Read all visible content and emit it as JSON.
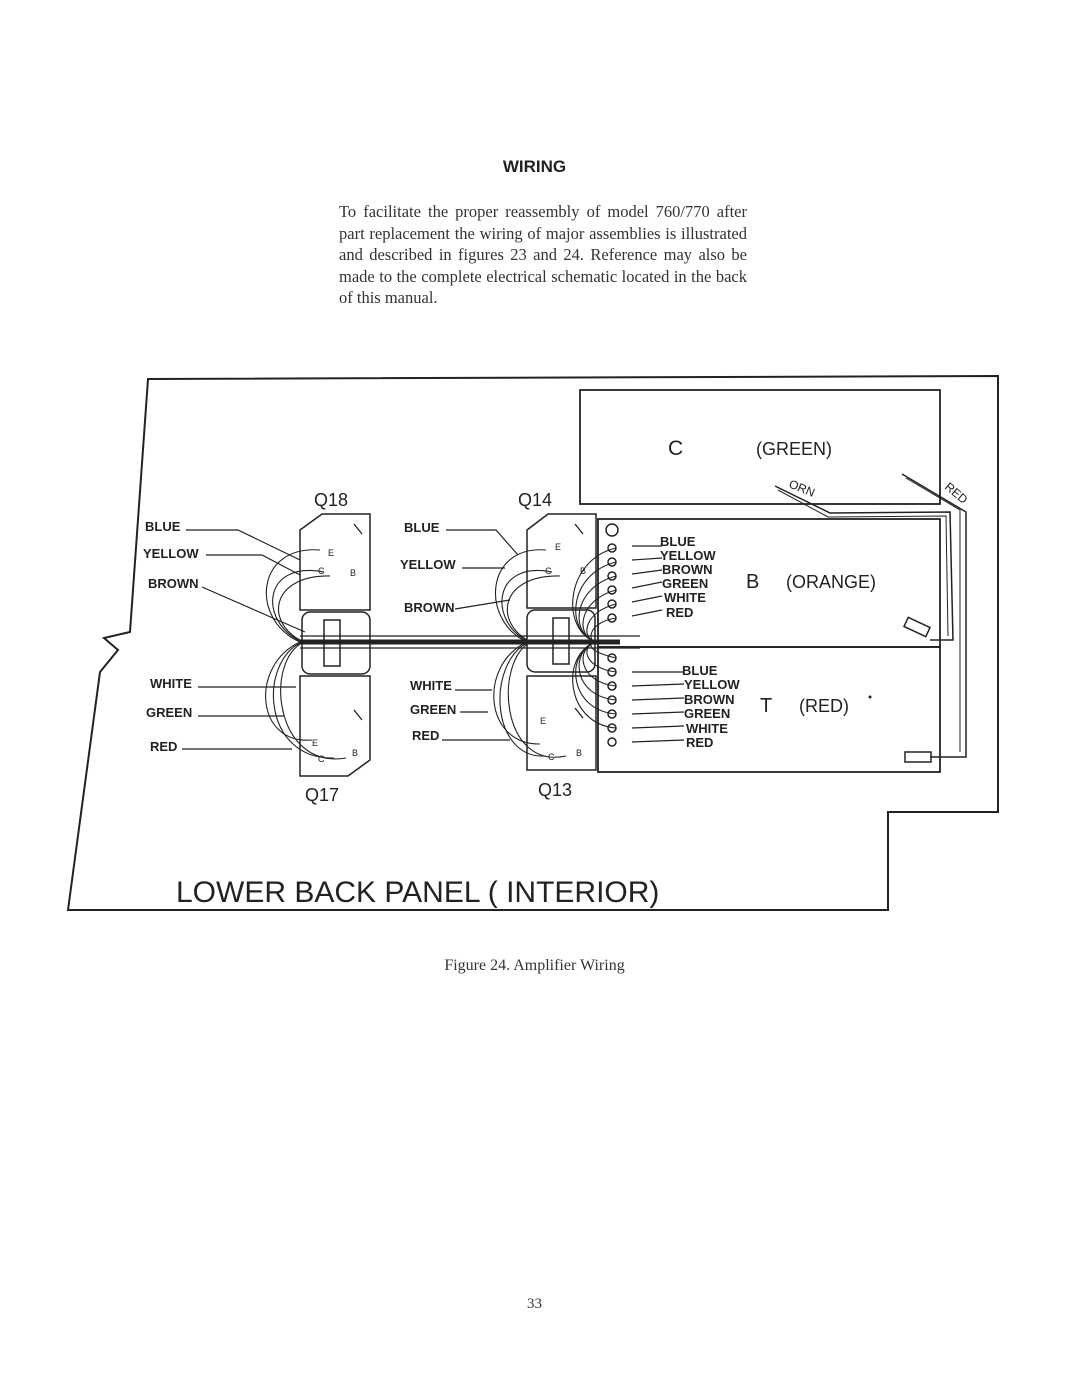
{
  "heading": "WIRING",
  "intro": "To facilitate the proper reassembly of model 760/770 after part replacement the wiring of major assemblies is illustrated and described in figures 23 and 24. Reference may also be made to the complete electrical schematic located in the back of this manual.",
  "diagram": {
    "panel_title": "LOWER BACK PANEL ( INTERIOR)",
    "board_c": {
      "letter": "C",
      "color_label": "(GREEN)"
    },
    "board_b": {
      "letter": "B",
      "color_label": "(ORANGE)"
    },
    "board_t": {
      "letter": "T",
      "color_label": "(RED)"
    },
    "wire_orn": "ORN",
    "wire_red": "RED",
    "transistors": {
      "q18": "Q18",
      "q14": "Q14",
      "q17": "Q17",
      "q13": "Q13"
    },
    "pin_labels": {
      "e": "E",
      "c": "C",
      "b": "B"
    },
    "q18_wires": [
      "BLUE",
      "YELLOW",
      "BROWN"
    ],
    "q14_wires": [
      "BLUE",
      "YELLOW",
      "BROWN"
    ],
    "q17_wires": [
      "WHITE",
      "GREEN",
      "RED"
    ],
    "q13_wires": [
      "WHITE",
      "GREEN",
      "RED"
    ],
    "b_terminal_wires": [
      "BLUE",
      "YELLOW",
      "BROWN",
      "GREEN",
      "WHITE",
      "RED"
    ],
    "t_terminal_wires": [
      "BLUE",
      "YELLOW",
      "BROWN",
      "GREEN",
      "WHITE",
      "RED"
    ]
  },
  "caption": "Figure 24.  Amplifier Wiring",
  "page_number": "33"
}
